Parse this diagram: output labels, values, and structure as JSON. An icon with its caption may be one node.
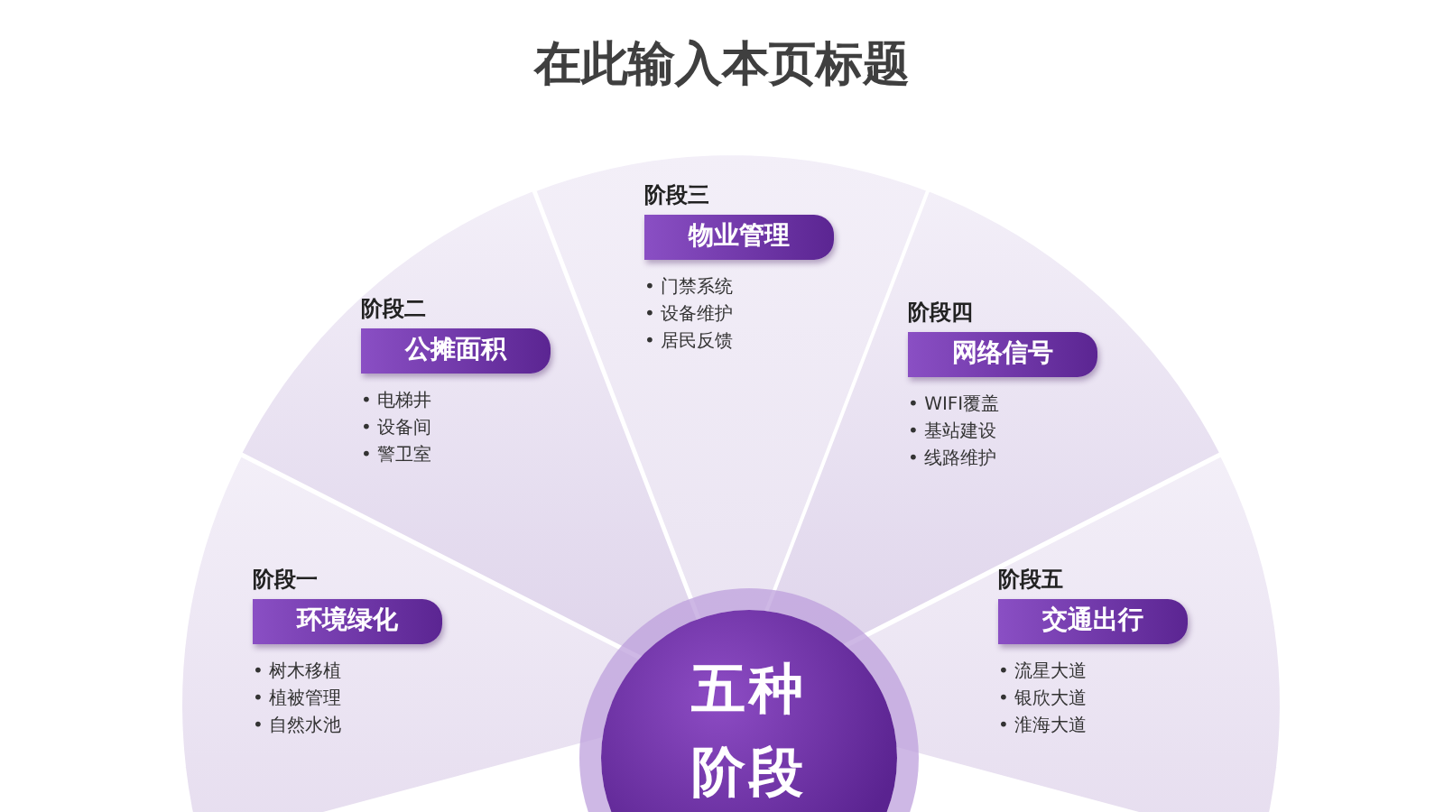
{
  "diagram": {
    "title": "在此输入本页标题",
    "nodes": [
      {
        "text": [
          "阶段一",
          "• 树木移植",
          "• 植被管理",
          "• 自然水池"
        ]
      },
      {
        "text": [
          "环境绿化"
        ],
        "in": 0
      },
      {
        "text": [
          "阶段二",
          "• 电梯井",
          "• 设备间",
          "• 警卫室"
        ]
      },
      {
        "text": [
          "公摊面积"
        ],
        "in": 2
      },
      {
        "text": [
          "阶段三",
          "• 门禁系统",
          "• 设备维护",
          "• 居民反馈"
        ]
      },
      {
        "text": [
          "物业管理"
        ],
        "in": 4
      },
      {
        "text": [
          "阶段四",
          "• WIFI覆盖",
          "• 基站建设",
          "• 线路维护"
        ]
      },
      {
        "text": [
          "网络信号"
        ],
        "in": 6
      },
      {
        "text": [
          "阶段五",
          "• 流星大道",
          "• 银欣大道",
          "• 淮海大道"
        ]
      },
      {
        "text": [
          "交通出行"
        ],
        "in": 8
      },
      {
        "text": [
          "五种阶段"
        ]
      }
    ],
    "edges": []
  }
}
